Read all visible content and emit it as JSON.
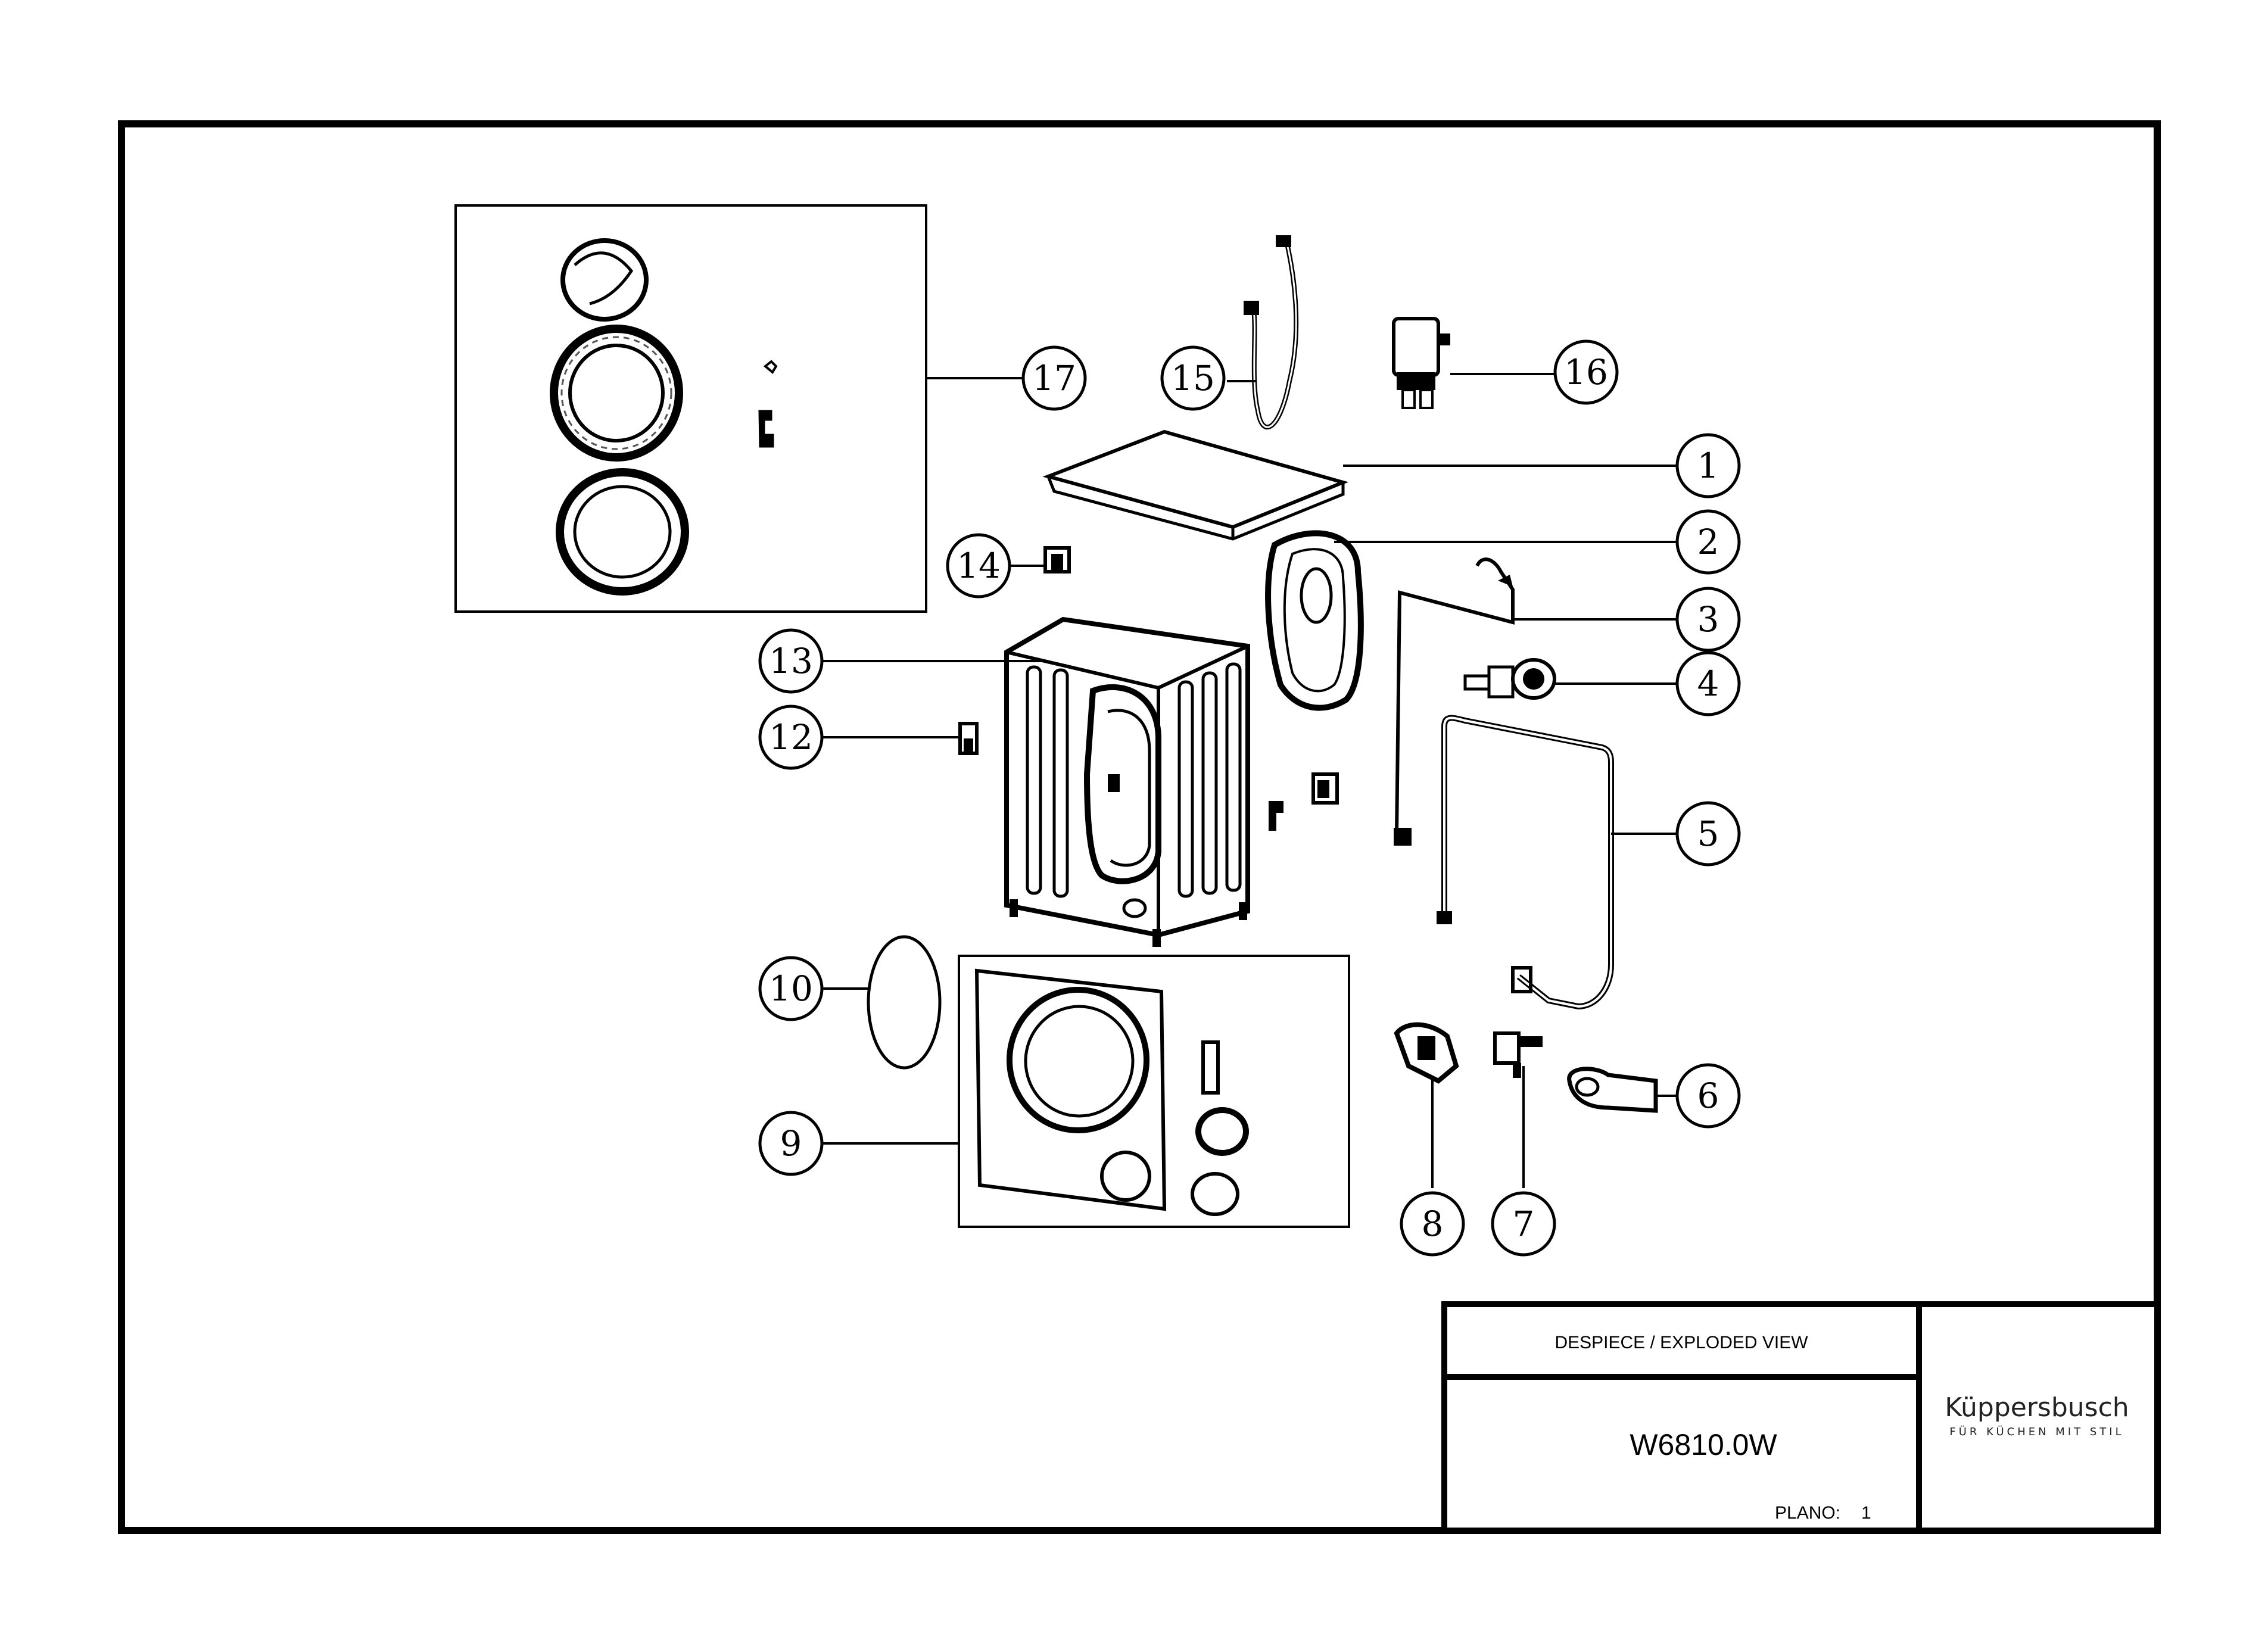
{
  "title_block": {
    "view_title": "DESPIECE / EXPLODED VIEW",
    "model": "W6810.0W",
    "plano_label": "PLANO:",
    "plano_value": "1"
  },
  "brand": {
    "name": "Küppersbusch",
    "tagline": "FÜR KÜCHEN MIT STIL"
  },
  "callouts": [
    {
      "id": "callout-1",
      "label": "1"
    },
    {
      "id": "callout-2",
      "label": "2"
    },
    {
      "id": "callout-3",
      "label": "3"
    },
    {
      "id": "callout-4",
      "label": "4"
    },
    {
      "id": "callout-5",
      "label": "5"
    },
    {
      "id": "callout-6",
      "label": "6"
    },
    {
      "id": "callout-7",
      "label": "7"
    },
    {
      "id": "callout-8",
      "label": "8"
    },
    {
      "id": "callout-9",
      "label": "9"
    },
    {
      "id": "callout-10",
      "label": "10"
    },
    {
      "id": "callout-12",
      "label": "12"
    },
    {
      "id": "callout-13",
      "label": "13"
    },
    {
      "id": "callout-14",
      "label": "14"
    },
    {
      "id": "callout-15",
      "label": "15"
    },
    {
      "id": "callout-16",
      "label": "16"
    },
    {
      "id": "callout-17",
      "label": "17"
    }
  ]
}
